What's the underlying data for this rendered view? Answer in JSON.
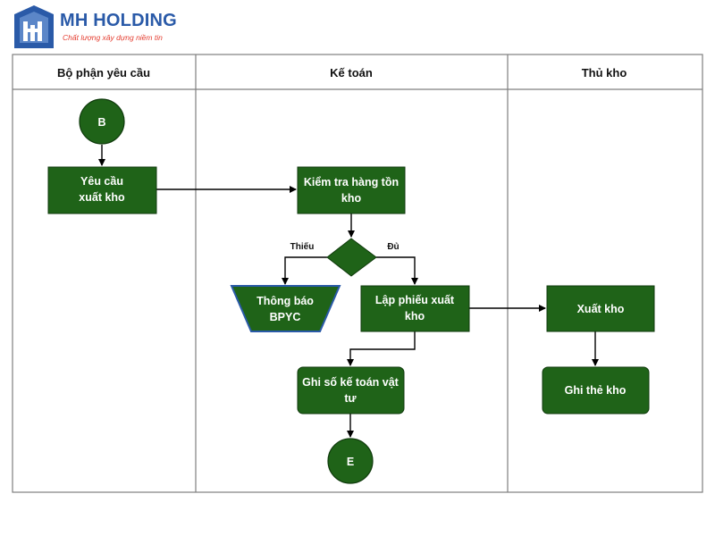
{
  "brand": {
    "name": "MH HOLDING",
    "tagline": "Chất lượng xây dựng niềm tin",
    "icon": "mh-building-logo-icon"
  },
  "colors": {
    "node_fill": "#1f6318",
    "node_stroke": "#0f3a0c",
    "parallelogram_stroke": "#2a5aa8",
    "brand_blue": "#2a5aa8",
    "brand_red": "#e43d30",
    "lane_border": "#7f7f7f"
  },
  "lanes": [
    {
      "id": "requester",
      "title": "Bộ phận yêu cầu"
    },
    {
      "id": "accounting",
      "title": "Kế toán"
    },
    {
      "id": "warehouse",
      "title": "Thủ kho"
    }
  ],
  "nodes": {
    "start": {
      "label": [
        "B"
      ]
    },
    "request": {
      "label": [
        "Yêu cầu",
        "xuất kho"
      ]
    },
    "check_stock": {
      "label": [
        "Kiểm tra hàng tồn",
        "kho"
      ]
    },
    "notify": {
      "label": [
        "Thông báo",
        "BPYC"
      ]
    },
    "issue_slip": {
      "label": [
        "Lập phiếu xuất",
        "kho"
      ]
    },
    "record": {
      "label": [
        "Ghi số kế toán vật",
        "tư"
      ]
    },
    "end": {
      "label": [
        "E"
      ]
    },
    "export": {
      "label": [
        "Xuất kho"
      ]
    },
    "stock_card": {
      "label": [
        "Ghi thẻ kho"
      ]
    }
  },
  "branches": {
    "shortage": "Thiếu",
    "enough": "Đủ"
  }
}
